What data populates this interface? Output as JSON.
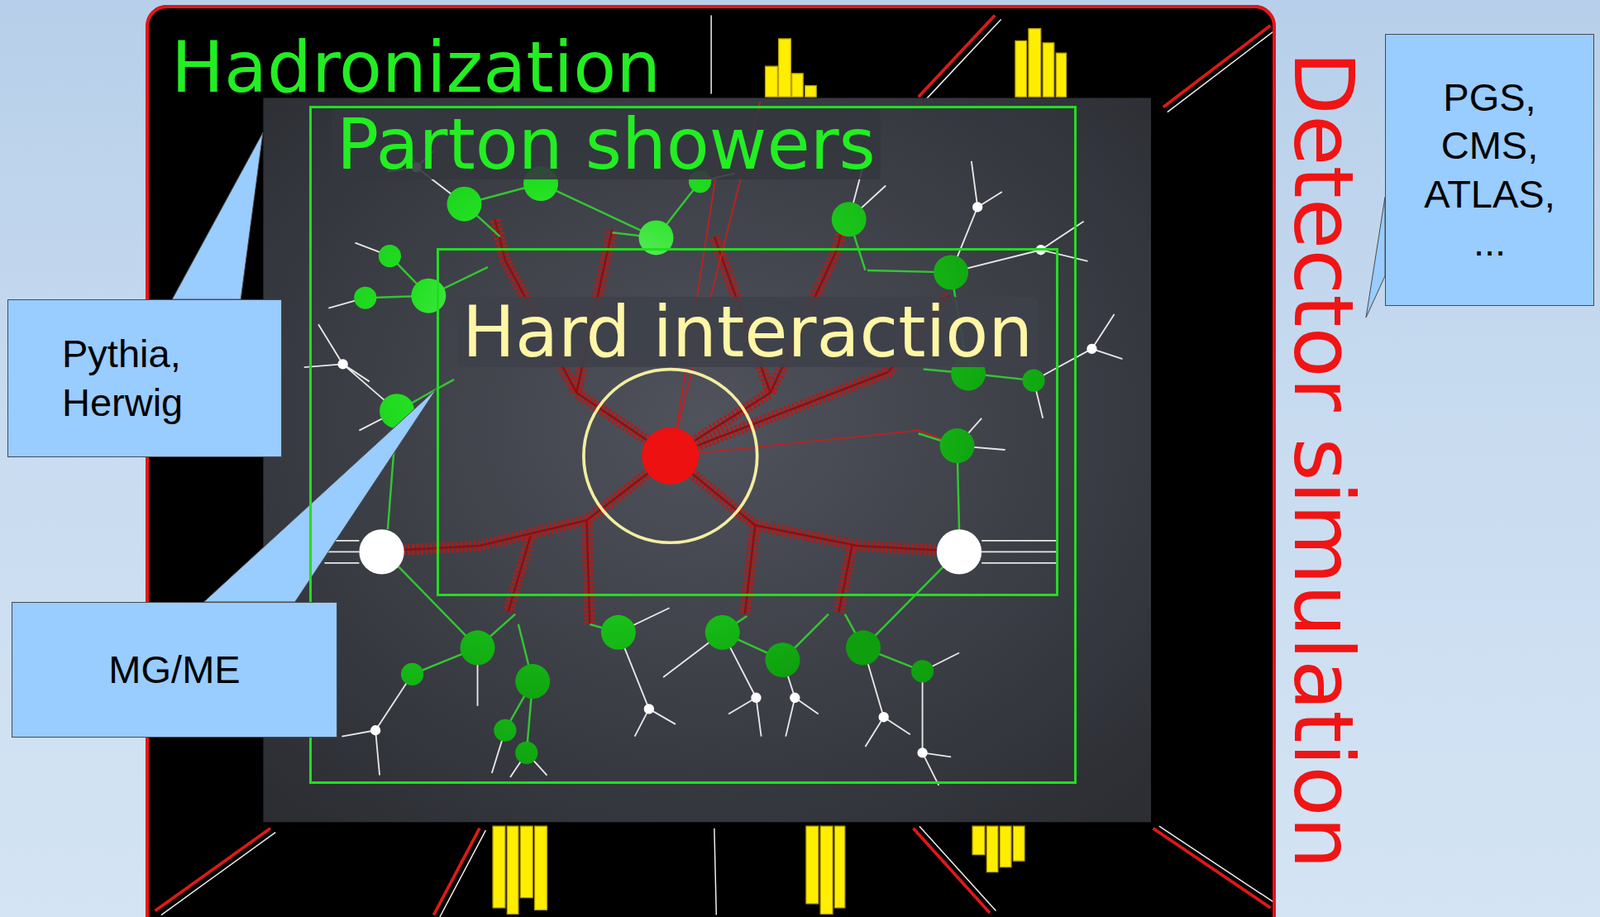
{
  "diagram": {
    "nodes": [
      {
        "text": [
          "Detector simulation"
        ]
      },
      {
        "text": [
          "Hadronization"
        ],
        "in": 0
      },
      {
        "text": [
          "Parton showers"
        ],
        "in": 1
      },
      {
        "text": [
          "Hard interaction"
        ],
        "in": 2
      },
      {
        "text": [
          "Pythia, Herwig"
        ]
      },
      {
        "text": [
          "MG/ME"
        ]
      },
      {
        "text": [
          "PGS, CMS, ATLAS, ..."
        ]
      }
    ],
    "edges": [
      {
        "from": 4,
        "to": 1,
        "arrow": "none"
      },
      {
        "from": 5,
        "to": 3,
        "arrow": "none"
      },
      {
        "from": 6,
        "to": 0,
        "arrow": "none"
      }
    ]
  }
}
